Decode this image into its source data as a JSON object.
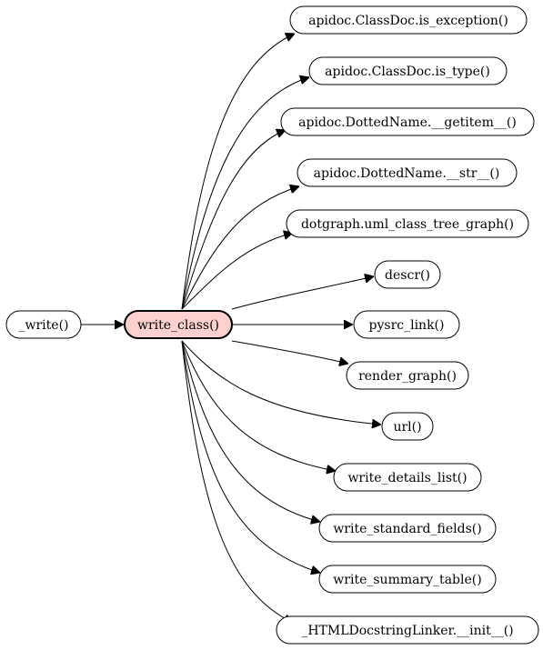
{
  "graph": {
    "caller": {
      "label": "_write()"
    },
    "focus": {
      "label": "write_class()",
      "fill": "#ffd0d0"
    },
    "callees": [
      {
        "label": "apidoc.ClassDoc.is_exception()"
      },
      {
        "label": "apidoc.ClassDoc.is_type()"
      },
      {
        "label": "apidoc.DottedName.__getitem__()"
      },
      {
        "label": "apidoc.DottedName.__str__()"
      },
      {
        "label": "dotgraph.uml_class_tree_graph()"
      },
      {
        "label": "descr()"
      },
      {
        "label": "pysrc_link()"
      },
      {
        "label": "render_graph()"
      },
      {
        "label": "url()"
      },
      {
        "label": "write_details_list()"
      },
      {
        "label": "write_standard_fields()"
      },
      {
        "label": "write_summary_table()"
      },
      {
        "label": "_HTMLDocstringLinker.__init__()"
      }
    ]
  }
}
